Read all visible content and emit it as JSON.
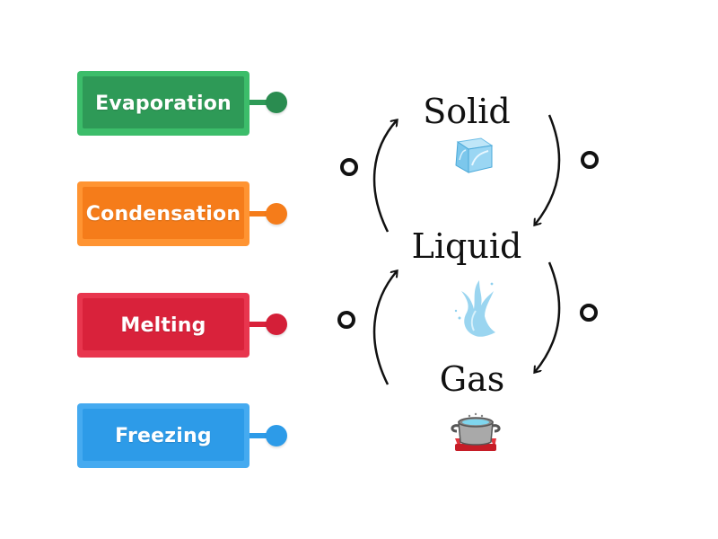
{
  "activity": {
    "cards": [
      {
        "label": "Evaporation",
        "color": "#2e9a57",
        "edge": "#258a4b",
        "top_edge": "#3cbd6a"
      },
      {
        "label": "Condensation",
        "color": "#f57c1a",
        "edge": "#e06a0c",
        "top_edge": "#ff9432"
      },
      {
        "label": "Melting",
        "color": "#d9223b",
        "edge": "#b81a31",
        "top_edge": "#e8364e"
      },
      {
        "label": "Freezing",
        "color": "#2d9be8",
        "edge": "#1f86d4",
        "top_edge": "#45aaf0"
      }
    ],
    "states": [
      {
        "label": "Solid",
        "icon": "ice-cube-icon"
      },
      {
        "label": "Liquid",
        "icon": "water-splash-icon"
      },
      {
        "label": "Gas",
        "icon": "boiling-pot-icon"
      }
    ],
    "drop_targets": [
      "solid-to-liquid",
      "liquid-to-solid",
      "liquid-to-gas",
      "gas-to-liquid"
    ]
  }
}
